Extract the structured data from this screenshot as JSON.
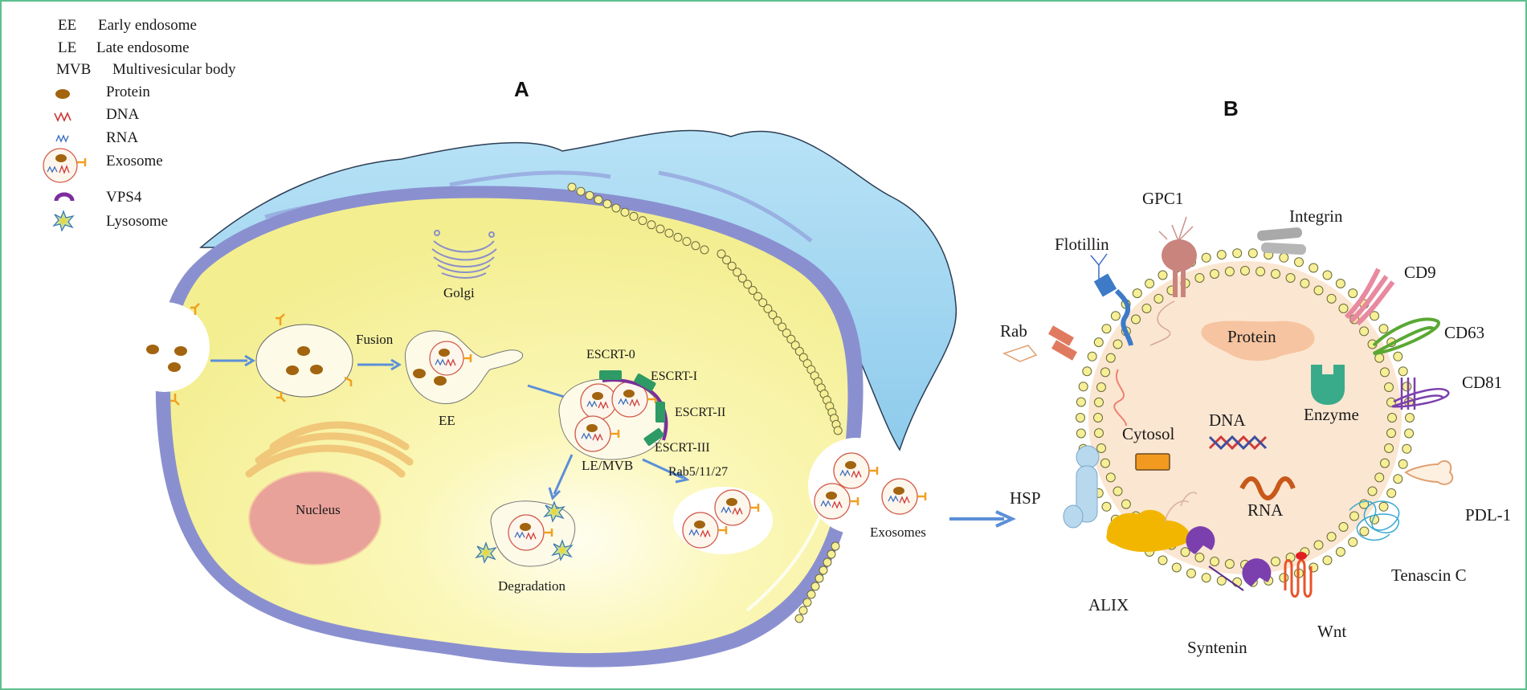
{
  "panels": {
    "a": "A",
    "b": "B"
  },
  "legend": [
    {
      "abbr": "EE",
      "text": "Early endosome"
    },
    {
      "abbr": "LE",
      "text": "Late endosome"
    },
    {
      "abbr": "MVB",
      "text": "Multivesicular body"
    },
    {
      "icon": "protein-icon",
      "text": "Protein"
    },
    {
      "icon": "dna-icon",
      "text": "DNA"
    },
    {
      "icon": "rna-icon",
      "text": "RNA"
    },
    {
      "icon": "exosome-icon",
      "text": "Exosome"
    },
    {
      "icon": "vps4-icon",
      "text": "VPS4"
    },
    {
      "icon": "lysosome-icon",
      "text": "Lysosome"
    }
  ],
  "cell_labels": {
    "golgi": "Golgi",
    "fusion": "Fusion",
    "ee": "EE",
    "escrt0": "ESCRT-0",
    "escrt1": "ESCRT-I",
    "escrt2": "ESCRT-II",
    "escrt3": "ESCRT-III",
    "le_mvb": "LE/MVB",
    "rab": "Rab5/11/27",
    "nucleus": "Nucleus",
    "degradation": "Degradation",
    "exosomes": "Exosomes"
  },
  "exosome_labels": {
    "gpc1": "GPC1",
    "integrin": "Integrin",
    "flotillin": "Flotillin",
    "cd9": "CD9",
    "rab": "Rab",
    "cd63": "CD63",
    "protein": "Protein",
    "cd81": "CD81",
    "enzyme": "Enzyme",
    "dna": "DNA",
    "cytosol": "Cytosol",
    "hsp": "HSP",
    "rna": "RNA",
    "pdl1": "PDL-1",
    "tenascin": "Tenascin C",
    "alix": "ALIX",
    "wnt": "Wnt",
    "syntenin": "Syntenin"
  },
  "colors": {
    "frame": "#5cc08e",
    "cytoplasm": "#f7f39a",
    "membrane": "#8088c8",
    "extracellular": "#a9d8f0",
    "nucleus": "#e9a29a",
    "protein": "#a2640f",
    "arrow": "#5b8fd8",
    "exosome_lumen": "#fbe6d1"
  }
}
